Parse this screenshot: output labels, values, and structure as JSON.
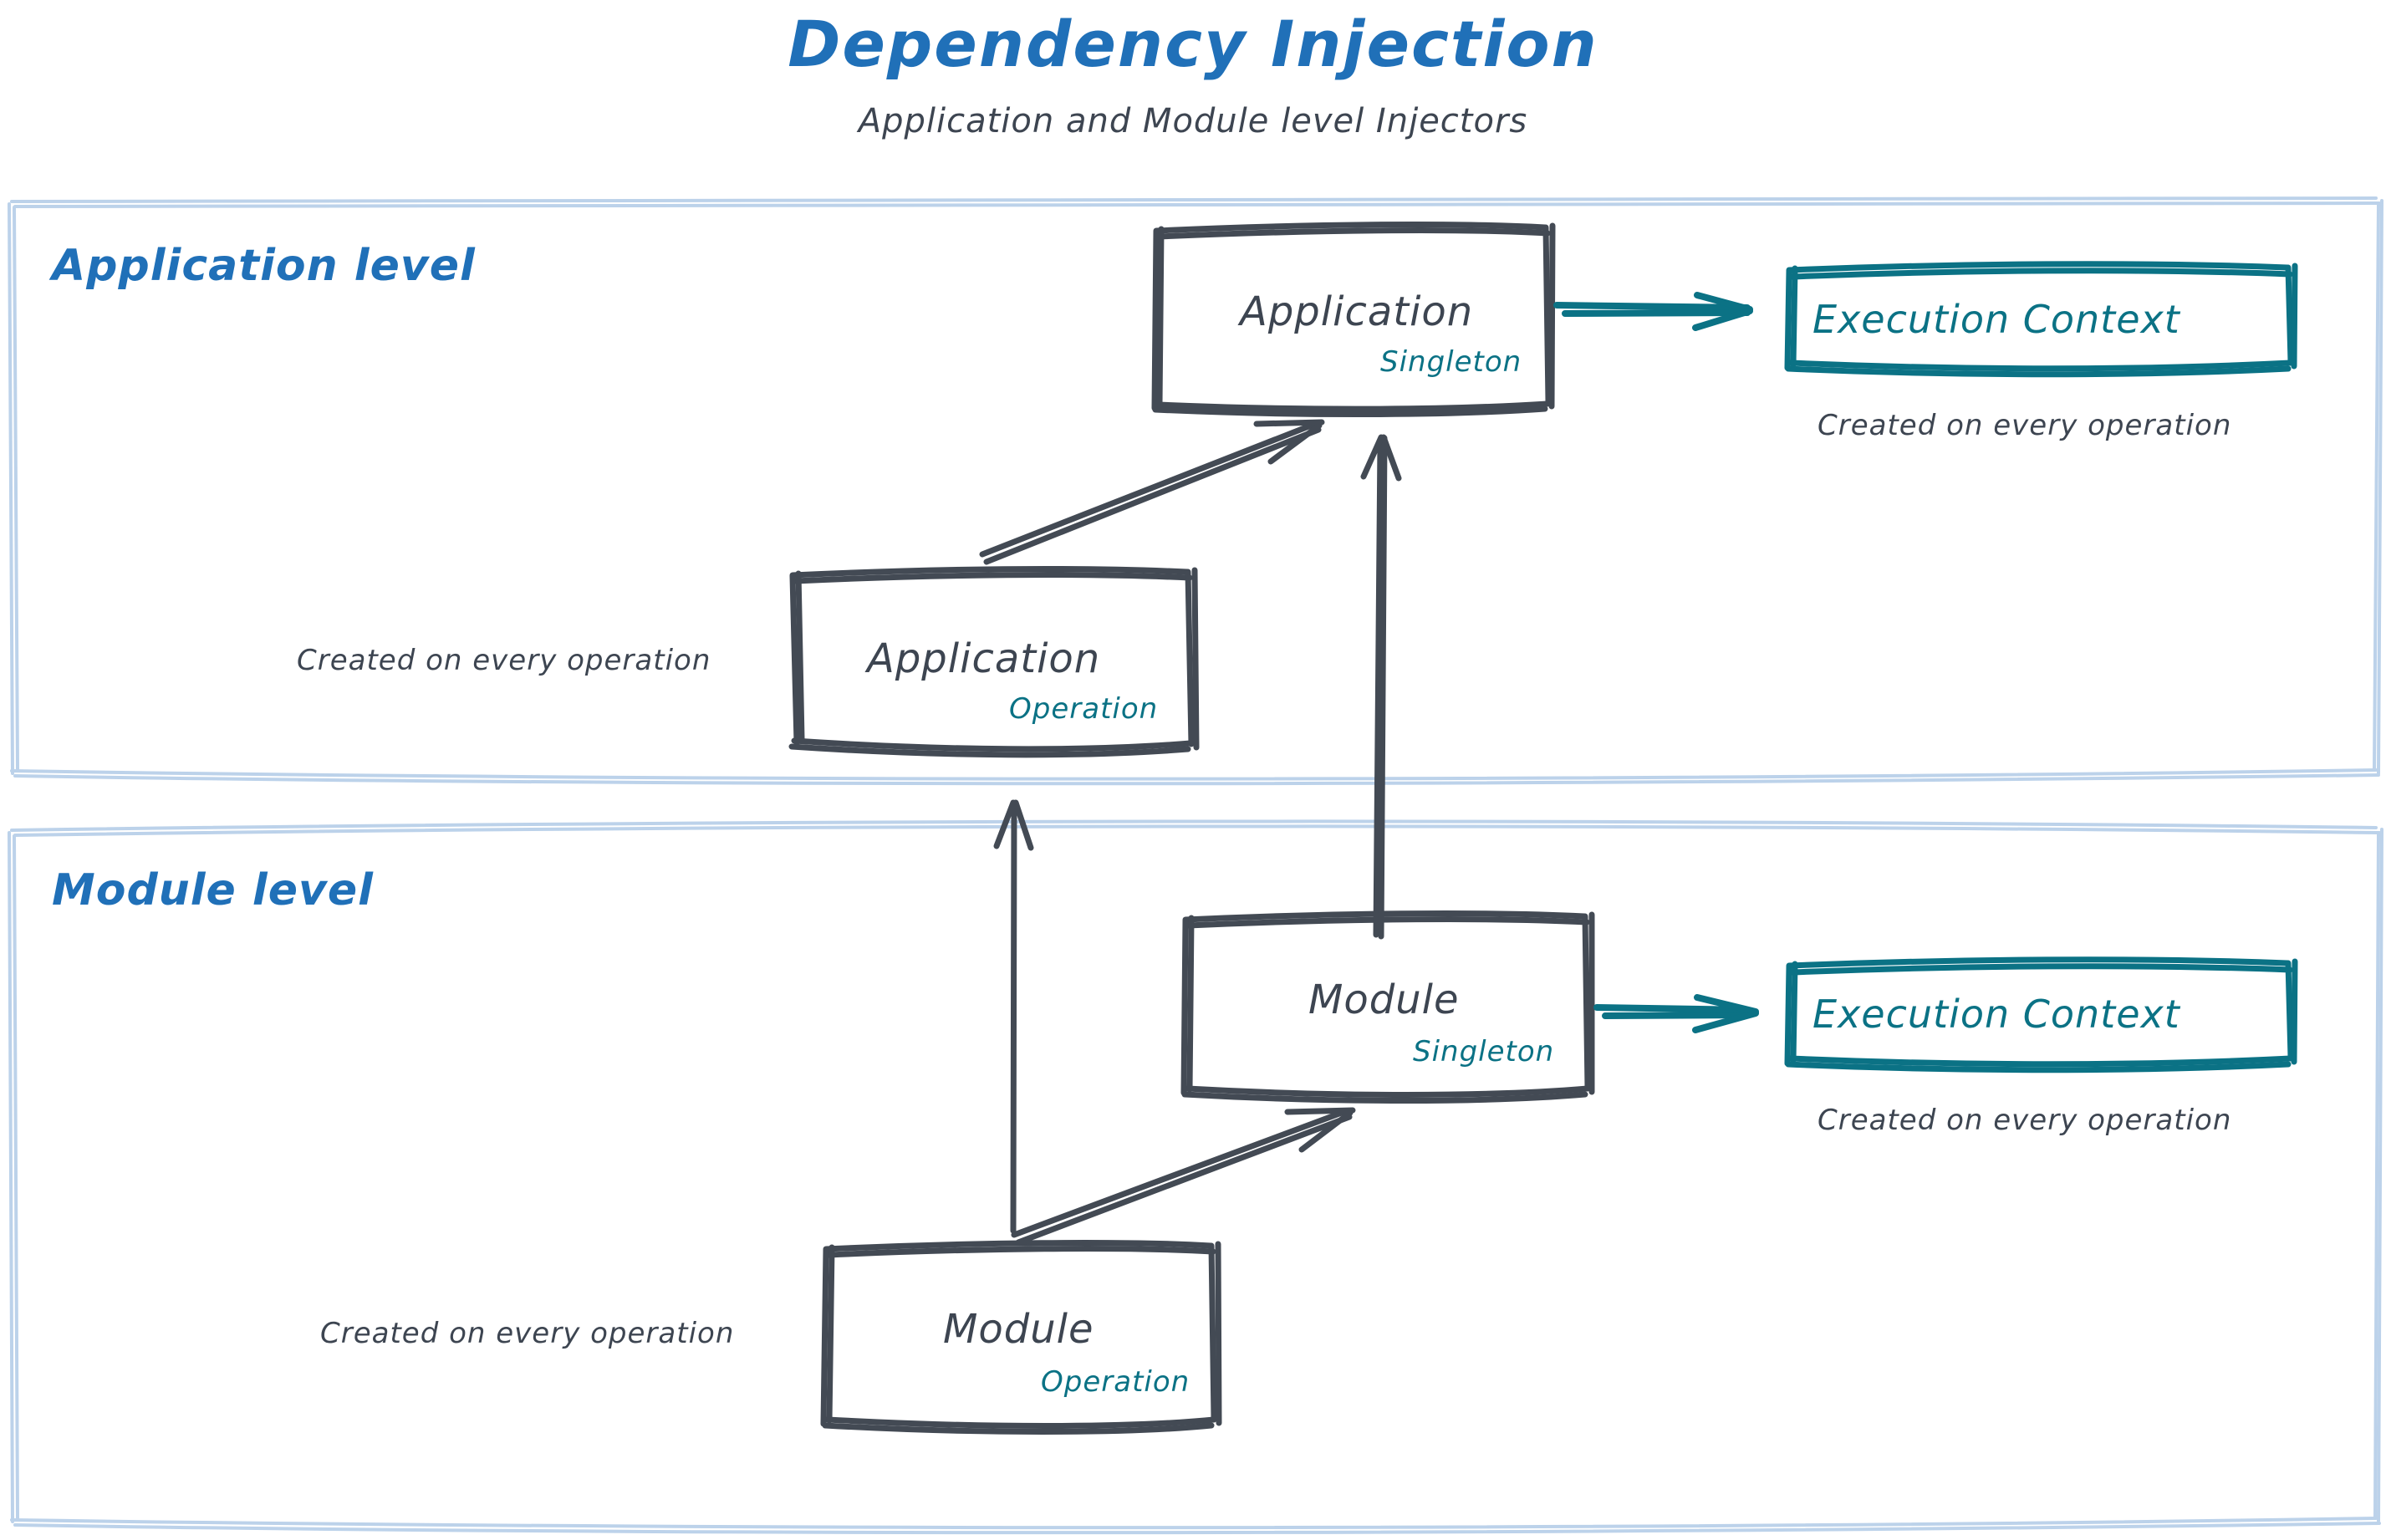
{
  "header": {
    "title": "Dependency Injection",
    "subtitle": "Application and Module level Injectors",
    "title_color": "#2070b8",
    "subtitle_color": "#3d4551"
  },
  "colors": {
    "panel_border": "#bcd2ea",
    "node_border": "#434a54",
    "node_text": "#3d4551",
    "scope_text": "#0b7285",
    "exec_context": "#0b7285",
    "accent_blue": "#2070b8",
    "background": "#ffffff"
  },
  "panels": [
    {
      "id": "application-level",
      "label": "Application level"
    },
    {
      "id": "module-level",
      "label": "Module level"
    }
  ],
  "nodes": [
    {
      "id": "application-singleton",
      "title": "Application",
      "scope": "Singleton"
    },
    {
      "id": "application-operation",
      "title": "Application",
      "scope": "Operation"
    },
    {
      "id": "module-singleton",
      "title": "Module",
      "scope": "Singleton"
    },
    {
      "id": "module-operation",
      "title": "Module",
      "scope": "Operation"
    }
  ],
  "exec_contexts": [
    {
      "id": "application-execution-context",
      "label": "Execution Context",
      "note": "Created on every operation"
    },
    {
      "id": "module-execution-context",
      "label": "Execution Context",
      "note": "Created on every operation"
    }
  ],
  "notes": [
    {
      "id": "note-application-operation",
      "text": "Created on every operation"
    },
    {
      "id": "note-module-operation",
      "text": "Created on every operation"
    }
  ],
  "edges": [
    {
      "id": "edge-application-operation-to-singleton",
      "from": "application-operation",
      "to": "application-singleton",
      "style": "double-line-arrow",
      "color": "#434a54"
    },
    {
      "id": "edge-module-singleton-to-application-singleton",
      "from": "module-singleton",
      "to": "application-singleton",
      "style": "single-line-arrow",
      "color": "#434a54"
    },
    {
      "id": "edge-module-operation-to-application-operation",
      "from": "module-operation",
      "to": "application-operation",
      "style": "single-line-arrow",
      "color": "#434a54"
    },
    {
      "id": "edge-module-operation-to-module-singleton",
      "from": "module-operation",
      "to": "module-singleton",
      "style": "double-line-arrow",
      "color": "#434a54"
    },
    {
      "id": "edge-application-singleton-to-execution-context",
      "from": "application-singleton",
      "to": "application-execution-context",
      "style": "double-line-arrow",
      "color": "#0b7285"
    },
    {
      "id": "edge-module-singleton-to-execution-context",
      "from": "module-singleton",
      "to": "module-execution-context",
      "style": "double-line-arrow",
      "color": "#0b7285"
    }
  ]
}
